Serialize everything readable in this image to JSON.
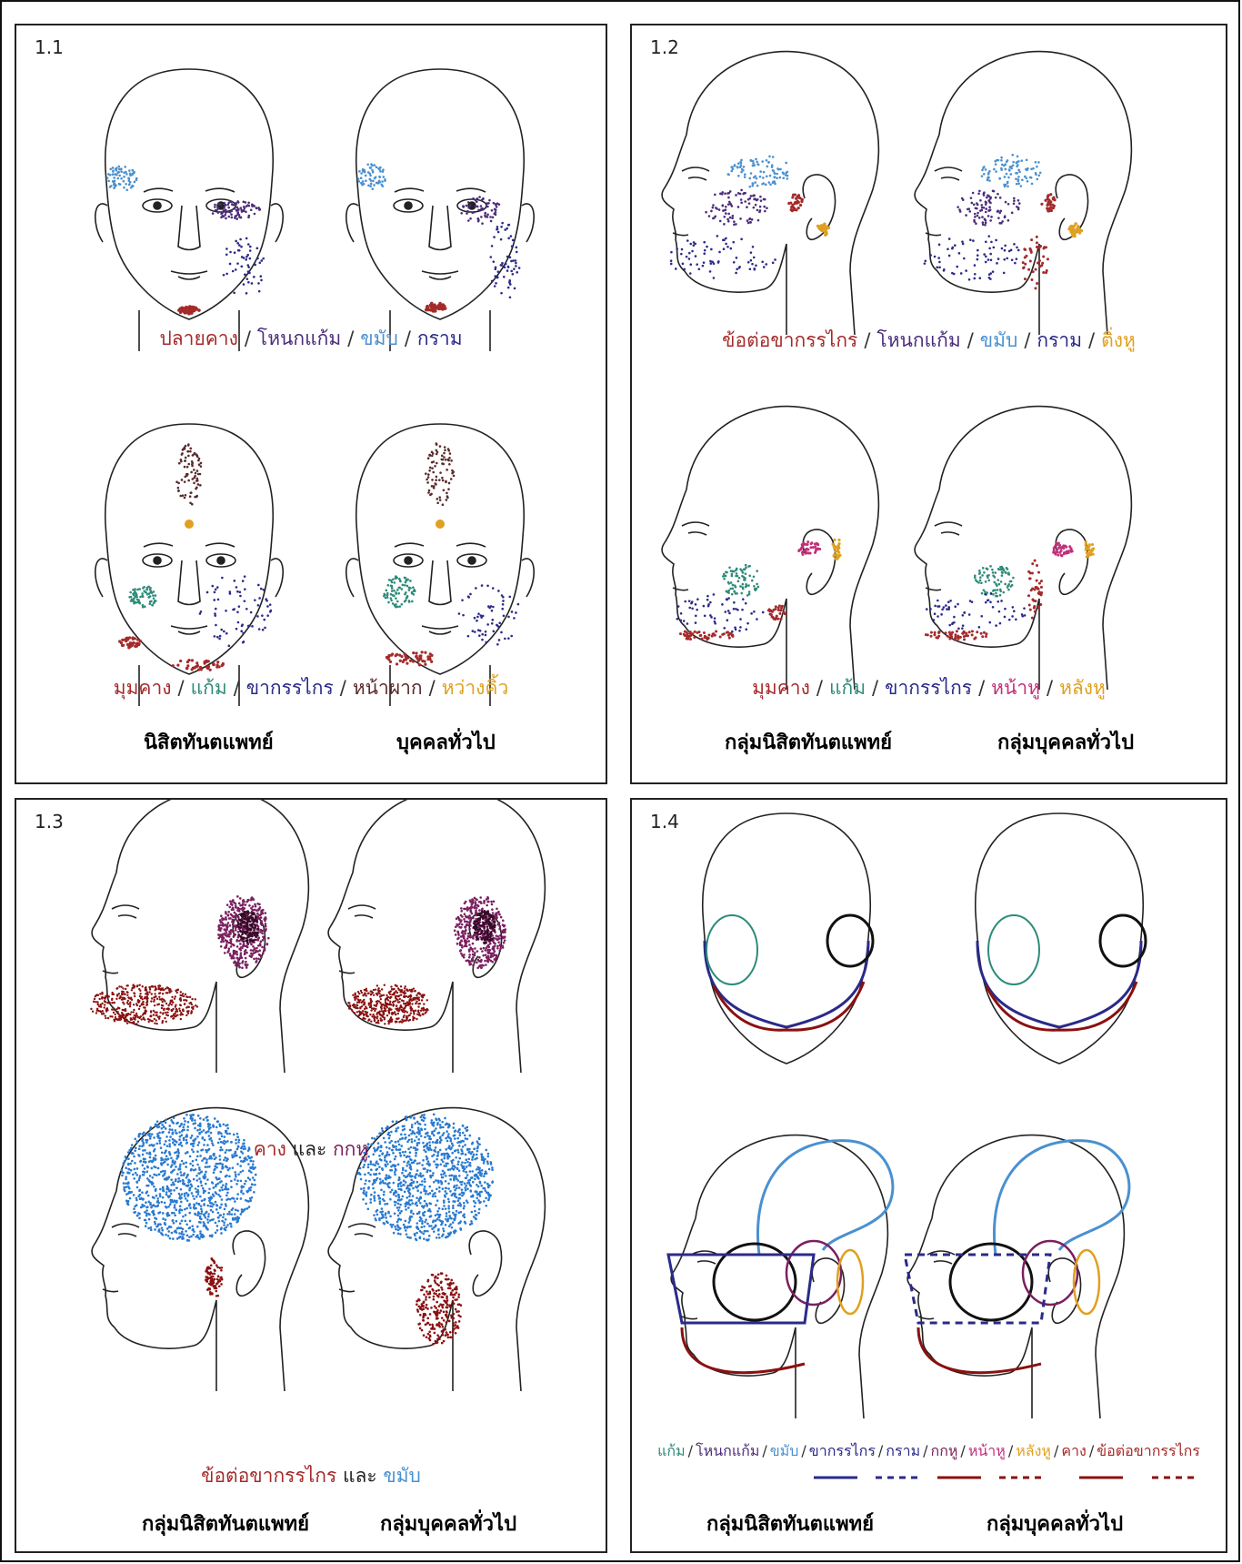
{
  "colors": {
    "red": "#a52a2a",
    "purple": "#4b2c7a",
    "blue": "#4a90d0",
    "navy": "#2a2a8a",
    "orange": "#e0a020",
    "teal": "#2e8b7a",
    "brown": "#5a2a2a",
    "magenta": "#8a1a5a",
    "darkred": "#8b1010",
    "pink": "#c0307a",
    "plum": "#7a2060"
  },
  "panels": [
    {
      "id": "1.1",
      "top_legend": [
        {
          "label": "ปลายคาง",
          "color": "#a52a2a"
        },
        {
          "label": "โหนกแก้ม",
          "color": "#4b2c7a"
        },
        {
          "label": "ขมับ",
          "color": "#4a90d0"
        },
        {
          "label": "กราม",
          "color": "#2a2a8a"
        }
      ],
      "bottom_legend": [
        {
          "label": "มุมคาง",
          "color": "#a52a2a"
        },
        {
          "label": "แก้ม",
          "color": "#2e8b7a"
        },
        {
          "label": "ขากรรไกร",
          "color": "#2a2a8a"
        },
        {
          "label": "หน้าผาก",
          "color": "#5a2a2a"
        },
        {
          "label": "หว่างคิ้ว",
          "color": "#e0a020"
        }
      ],
      "groups": [
        "นิสิตทันตแพทย์",
        "บุคคลทั่วไป"
      ]
    },
    {
      "id": "1.2",
      "top_legend": [
        {
          "label": "ข้อต่อขากรรไกร",
          "color": "#a52a2a"
        },
        {
          "label": "โหนกแก้ม",
          "color": "#4b2c7a"
        },
        {
          "label": "ขมับ",
          "color": "#4a90d0"
        },
        {
          "label": "กราม",
          "color": "#2a2a8a"
        },
        {
          "label": "ติ่งหู",
          "color": "#e0a020"
        }
      ],
      "bottom_legend": [
        {
          "label": "มุมคาง",
          "color": "#a52a2a"
        },
        {
          "label": "แก้ม",
          "color": "#2e8b7a"
        },
        {
          "label": "ขากรรไกร",
          "color": "#2a2a8a"
        },
        {
          "label": "หน้าหู",
          "color": "#c0307a"
        },
        {
          "label": "หลังหู",
          "color": "#e0a020"
        }
      ],
      "groups": [
        "กลุ่มนิสิตทันตแพทย์",
        "กลุ่มบุคคลทั่วไป"
      ]
    },
    {
      "id": "1.3",
      "top_legend": [
        {
          "label": "คาง",
          "color": "#a52a2a"
        },
        {
          "label": "และ",
          "color": "#222222"
        },
        {
          "label": "กกหู",
          "color": "#7a2060"
        }
      ],
      "bottom_legend": [
        {
          "label": "ข้อต่อขากรรไกร",
          "color": "#a52a2a"
        },
        {
          "label": "และ",
          "color": "#222222"
        },
        {
          "label": "ขมับ",
          "color": "#4a90d0"
        }
      ],
      "groups": [
        "กลุ่มนิสิตทันตแพทย์",
        "กลุ่มบุคคลทั่วไป"
      ]
    },
    {
      "id": "1.4",
      "legend": [
        {
          "label": "แก้ม",
          "color": "#2e8b7a"
        },
        {
          "label": "โหนกแก้ม",
          "color": "#4b2c7a"
        },
        {
          "label": "ขมับ",
          "color": "#4a90d0"
        },
        {
          "label": "ขากรรไกร",
          "color": "#2a2a8a"
        },
        {
          "label": "กราม",
          "color": "#2a2a8a"
        },
        {
          "label": "กกหู",
          "color": "#7a2060"
        },
        {
          "label": "หน้าหู",
          "color": "#c0307a"
        },
        {
          "label": "หลังหู",
          "color": "#e0a020"
        },
        {
          "label": "คาง",
          "color": "#a52a2a"
        },
        {
          "label": "ข้อต่อขากรรไกร",
          "color": "#a52a2a"
        }
      ],
      "groups": [
        "กลุ่มนิสิตทันตแพทย์",
        "กลุ่มบุคคลทั่วไป"
      ]
    }
  ]
}
